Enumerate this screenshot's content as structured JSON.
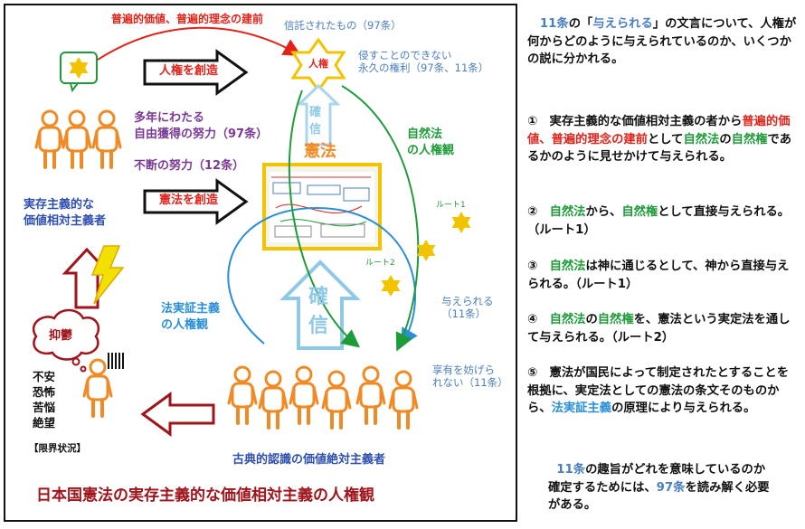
{
  "diagram": {
    "title": "日本国憲法の実存主義的な価値相対主義の人権観",
    "top_arrow_label": "普遍的価値、普遍的理念の建前",
    "trust_label": "信託されたもの（97条）",
    "inviolable_label": "侵すことのできない\n永久の権利（97条、11条）",
    "jinken_star_label": "人権",
    "create_rights_label": "人権を創造",
    "create_constitution_label": "憲法を創造",
    "effort_long_label": "多年にわたる\n自由獲得の努力（97条）",
    "effort_constant_label": "不断の努力（12条）",
    "relativist_label": "実存主義的な\n価値相対主義者",
    "kenpo_label": "憲法",
    "kakushin_small_1": "確",
    "kakushin_small_2": "信",
    "kakushin_big_1": "確",
    "kakushin_big_2": "信",
    "natural_law_label": "自然法\nの人権観",
    "route1_label": "ルート1",
    "route2_label": "ルート2",
    "given_label": "与えられる\n（11条）",
    "positive_law_label": "法実証主義\nの人権観",
    "cannot_hinder_label": "享有を妨げら\nれない（11条）",
    "absolutist_label": "古典的認識の価値絶対主義者",
    "depression_label": "抑鬱",
    "anxiety_label": "不安\n恐怖\n苦悩\n絶望",
    "limit_label": "【限界状況】",
    "colors": {
      "red": "#e2231a",
      "blue": "#2f4fb0",
      "purple": "#7b3a96",
      "green": "#1f9c3a",
      "orange": "#f08a24",
      "lightblue": "#8fc9e8",
      "darkred": "#a0141b",
      "yellow": "#f2c400"
    }
  },
  "sidebar": {
    "intro_a": "11条",
    "intro_b": "の「",
    "intro_c": "与えられる",
    "intro_d": "」の文言について、人権が何からどのように与えられているのか、いくつかの説に分かれる。",
    "item1_a": "①　実存主義的な価値相対主義の者から",
    "item1_b": "普遍的価値、普遍的理念の建前",
    "item1_c": "として",
    "item1_d": "自然法",
    "item1_e": "の",
    "item1_f": "自然権",
    "item1_g": "であるかのように見せかけて与えられる。",
    "item2_a": "②　",
    "item2_b": "自然法",
    "item2_c": "から、",
    "item2_d": "自然権",
    "item2_e": "として直接与えられる。（ルート1）",
    "item3_a": "③　",
    "item3_b": "自然法",
    "item3_c": "は神に通じるとして、神から直接与えられる。（ルート1）",
    "item4_a": "④　",
    "item4_b": "自然法",
    "item4_c": "の",
    "item4_d": "自然権",
    "item4_e": "を、憲法という実定法を通して与えられる。（ルート2）",
    "item5_a": "⑤　憲法が国民によって制定されたとすることを根拠に、実定法としての憲法の条文そのものから、",
    "item5_b": "法実証主義",
    "item5_c": "の原理により与えられる。",
    "outro_a": "11条",
    "outro_b": "の趣旨がどれを意味しているのか確定するためには、",
    "outro_c": "97条",
    "outro_d": "を読み解く必要がある。"
  }
}
